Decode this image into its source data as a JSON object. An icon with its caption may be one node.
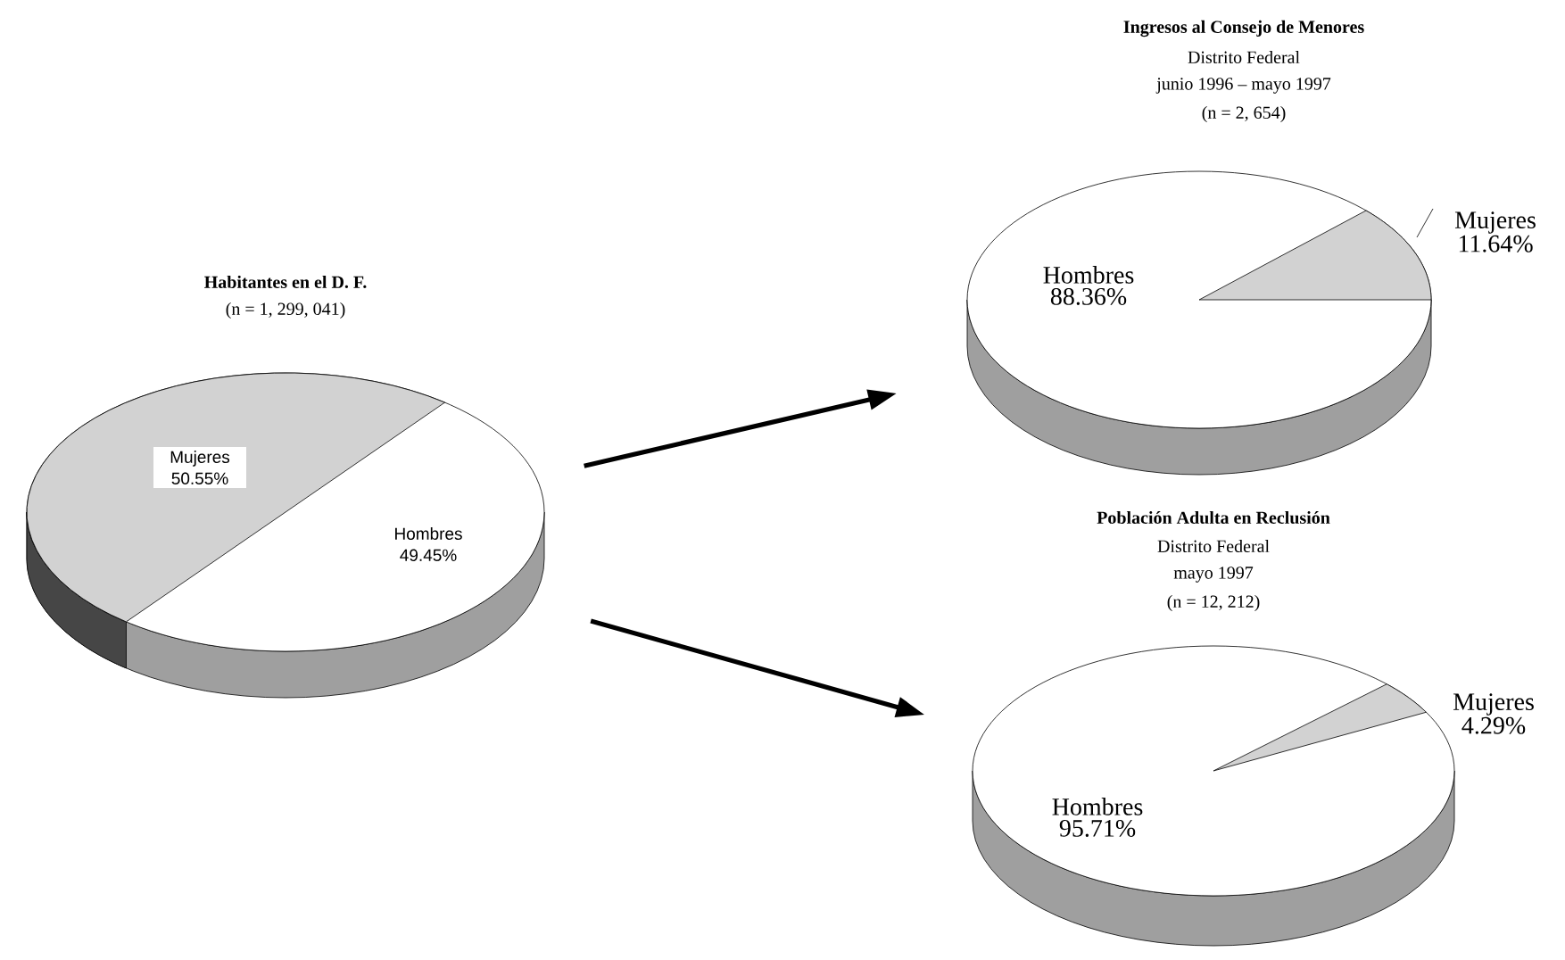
{
  "diagram": {
    "nodes": [
      {
        "text": [
          "Habitantes en el D. F.",
          "(n = 1, 299, 041)",
          "Mujeres 50.55%",
          "Hombres 49.45%"
        ]
      },
      {
        "text": [
          "Ingresos al Consejo de Menores",
          "Distrito Federal",
          "junio 1996 – mayo 1997",
          "(n = 2, 654)",
          "Hombres 88.36%",
          "Mujeres 11.64%"
        ]
      },
      {
        "text": [
          "Población Adulta en Reclusión",
          "Distrito Federal",
          "mayo 1997",
          "(n = 12, 212)",
          "Hombres 95.71%",
          "Mujeres 4.29%"
        ]
      }
    ],
    "edges": [
      {
        "from": 0,
        "to": 1,
        "arrow": "to"
      },
      {
        "from": 0,
        "to": 2,
        "arrow": "to"
      }
    ]
  }
}
